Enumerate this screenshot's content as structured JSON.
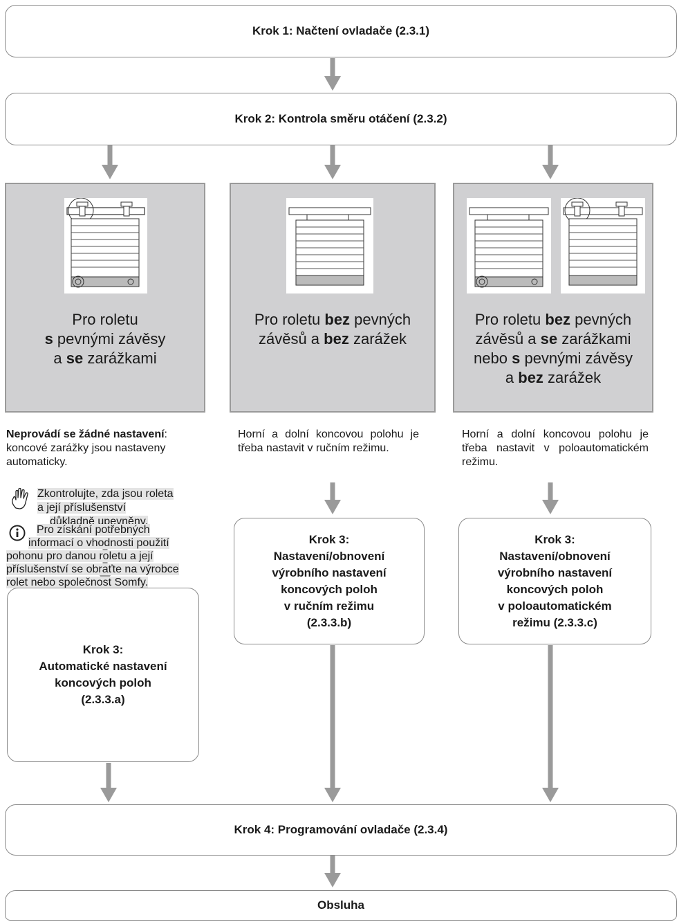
{
  "steps": {
    "step1": "Krok 1: Načtení ovladače (2.3.1)",
    "step2": "Krok 2: Kontrola směru otáčení (2.3.2)",
    "step4": "Krok 4: Programování ovladače (2.3.4)",
    "operation": "Obsluha"
  },
  "columns": {
    "left": {
      "caption_l1": "Pro roletu",
      "caption_l2_b": "s",
      "caption_l2_r": " pevnými závěsy",
      "caption_l3_a": "a ",
      "caption_l3_b": "se",
      "caption_l3_r": " zarážkami",
      "desc_bold": "Neprovádí se žádné nastavení",
      "desc_rest": ": koncové zarážky jsou nastaveny automaticky.",
      "hand_note_l1": "Zkontrolujte, zda jsou roleta",
      "hand_note_l2": "a její příslušenství",
      "hand_note_l3": "důkladně upevněny.",
      "info_note_l1": "Pro získání potřebných",
      "info_note_l2": "informací o vhodnosti použití",
      "info_note_l3": "pohonu pro danou roletu a její",
      "info_note_l4": "příslušenství se obraťte na výrobce",
      "info_note_l5": "rolet nebo společnost Somfy.",
      "step3_l1": "Krok 3:",
      "step3_l2": "Automatické nastavení",
      "step3_l3": "koncových poloh",
      "step3_l4": "(2.3.3.a)"
    },
    "middle": {
      "cap1_a": "Pro roletu ",
      "cap1_b": "bez",
      "cap1_c": " pevných",
      "cap2_a": "závěsů a ",
      "cap2_b": "bez",
      "cap2_c": " zarážek",
      "desc": "Horní a dolní koncovou polohu je třeba nastavit v ručním režimu.",
      "step3_l1": "Krok 3:",
      "step3_l2": "Nastavení/obnovení",
      "step3_l3": "výrobního nastavení",
      "step3_l4": "koncových poloh",
      "step3_l5": "v ručním režimu",
      "step3_l6": "(2.3.3.b)"
    },
    "right": {
      "cap1_a": "Pro roletu ",
      "cap1_b": "bez",
      "cap1_c": " pevných",
      "cap2_a": "závěsů a ",
      "cap2_b": "se",
      "cap2_c": " zarážkami",
      "cap3_a": "nebo ",
      "cap3_b": "s",
      "cap3_c": " pevnými závěsy",
      "cap4_a": "a ",
      "cap4_b": "bez",
      "cap4_c": " zarážek",
      "desc": "Horní a dolní koncovou polohu je třeba nastavit v poloautomatickém režimu.",
      "step3_l1": "Krok 3:",
      "step3_l2": "Nastavení/obnovení",
      "step3_l3": "výrobního nastavení",
      "step3_l4": "koncových poloh",
      "step3_l5": "v poloautomatickém",
      "step3_l6": "režimu (2.3.3.c)"
    }
  },
  "icons": [
    "hand-icon",
    "info-icon",
    "shutter-illustration"
  ],
  "colors": {
    "panel": "#d0d0d2",
    "arrow": "#9a9a9a",
    "border": "#8a8a8a"
  }
}
